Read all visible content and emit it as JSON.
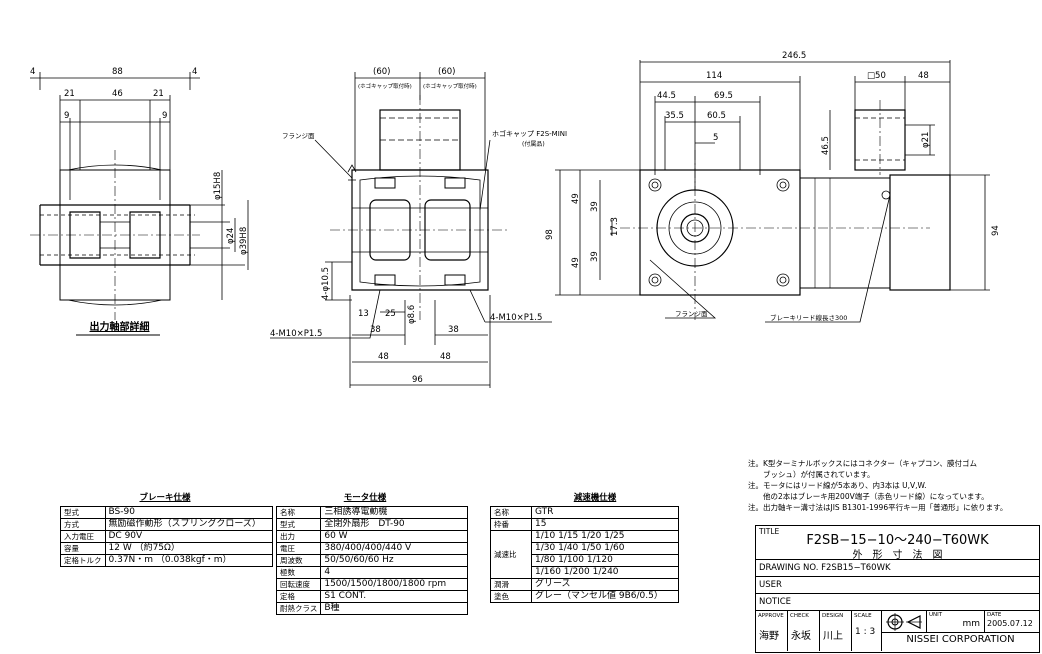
{
  "dims": {
    "d4a": "4",
    "d88": "88",
    "d4b": "4",
    "d21a": "21",
    "d46": "46",
    "d21b": "21",
    "d9a": "9",
    "d9b": "9",
    "phi15": "φ15H8",
    "phi24": "φ24",
    "phi39": "φ39H8",
    "d60a": "(60)",
    "d60b": "(60)",
    "cap_note_a": "(ホゴキャップ取付時)",
    "cap_note_b": "(ホゴキャップ取付時)",
    "flange_a": "フランジ面",
    "cap_name": "ホゴキャップ F2S-MINI",
    "cap_sub": "(付属品)",
    "phi105": "4-φ10.5",
    "m10a": "4-M10×P1.5",
    "m10b": "4-M10×P1.5",
    "d13": "13",
    "d25": "25",
    "phi86": "φ8.6",
    "d38a": "38",
    "d38b": "38",
    "d48a": "48",
    "d48b": "48",
    "d96": "96",
    "d2465": "246.5",
    "d114": "114",
    "sq50": "□50",
    "d48c": "48",
    "d445": "44.5",
    "d695": "69.5",
    "d355": "35.5",
    "d605": "60.5",
    "d5": "5",
    "d465": "46.5",
    "phi21": "φ21",
    "d49a": "49",
    "d49b": "49",
    "d39a": "39",
    "d39b": "39",
    "d173": "17.3",
    "d98": "98",
    "d94": "94",
    "flange_b": "フランジ面",
    "brake_lead": "ブレーキリード線長さ300"
  },
  "detail_caption": "出力軸部詳細",
  "brake": {
    "caption": "ブレーキ仕様",
    "rows": [
      [
        "型式",
        "BS-90"
      ],
      [
        "方式",
        "無励磁作動形（スプリングクローズ）"
      ],
      [
        "入力電圧",
        "DC 90V"
      ],
      [
        "容量",
        "12 W （約75Ω）"
      ],
      [
        "定格トルク",
        "0.37N・m （0.038kgf・m）"
      ]
    ]
  },
  "motor": {
    "caption": "モータ仕様",
    "rows": [
      [
        "名称",
        "三相誘導電動機"
      ],
      [
        "型式",
        "全閉外扇形　DT-90"
      ],
      [
        "出力",
        "60 W"
      ],
      [
        "電圧",
        "380/400/400/440 V"
      ],
      [
        "周波数",
        "50/50/60/60 Hz"
      ],
      [
        "極数",
        "4"
      ],
      [
        "回転速度",
        "1500/1500/1800/1800 rpm"
      ],
      [
        "定格",
        "S1 CONT."
      ],
      [
        "耐熱クラス",
        "B種"
      ]
    ]
  },
  "reducer": {
    "caption": "減速機仕様",
    "name_k": "名称",
    "name_v": "GTR",
    "frame_k": "枠番",
    "frame_v": "15",
    "ratio_k": "減速比",
    "ratios": [
      "1/10 1/15 1/20 1/25",
      "1/30 1/40 1/50 1/60",
      "1/80 1/100 1/120",
      "1/160 1/200 1/240"
    ],
    "lube_k": "潤滑",
    "lube_v": "グリース",
    "paint_k": "塗色",
    "paint_v": "グレー（マンセル値 9B6/0.5）"
  },
  "notes": [
    "注。K型ターミナルボックスにはコネクター（キャプコン、膜付ゴム",
    "　　ブッシュ）が付属されています。",
    "注。モータにはリード線が5本あり、内3本は U,V,W.",
    "　　他の2本はブレーキ用200V端子（赤色リード線）になっています。",
    "注。出力軸キー溝寸法はJIS B1301-1996平行キー用「普通形」に依ります。"
  ],
  "titleblock": {
    "title_k": "TITLE",
    "title": "F2SB−15−10〜240−T60WK",
    "subtitle": "外　形　寸　法　図",
    "drawing": "DRAWING  NO. F2SB15−T60WK",
    "user": "USER",
    "notice": "NOTICE",
    "approve_k": "APPROVE",
    "check_k": "CHECK",
    "design_k": "DESIGN",
    "scale_k": "SCALE",
    "approve": "海野",
    "check": "永坂",
    "design": "川上",
    "scale": "1 : 3",
    "unit_k": "UNIT",
    "unit": "mm",
    "date_k": "DATE",
    "date": "2005.07.12",
    "company": "NISSEI  CORPORATION"
  }
}
